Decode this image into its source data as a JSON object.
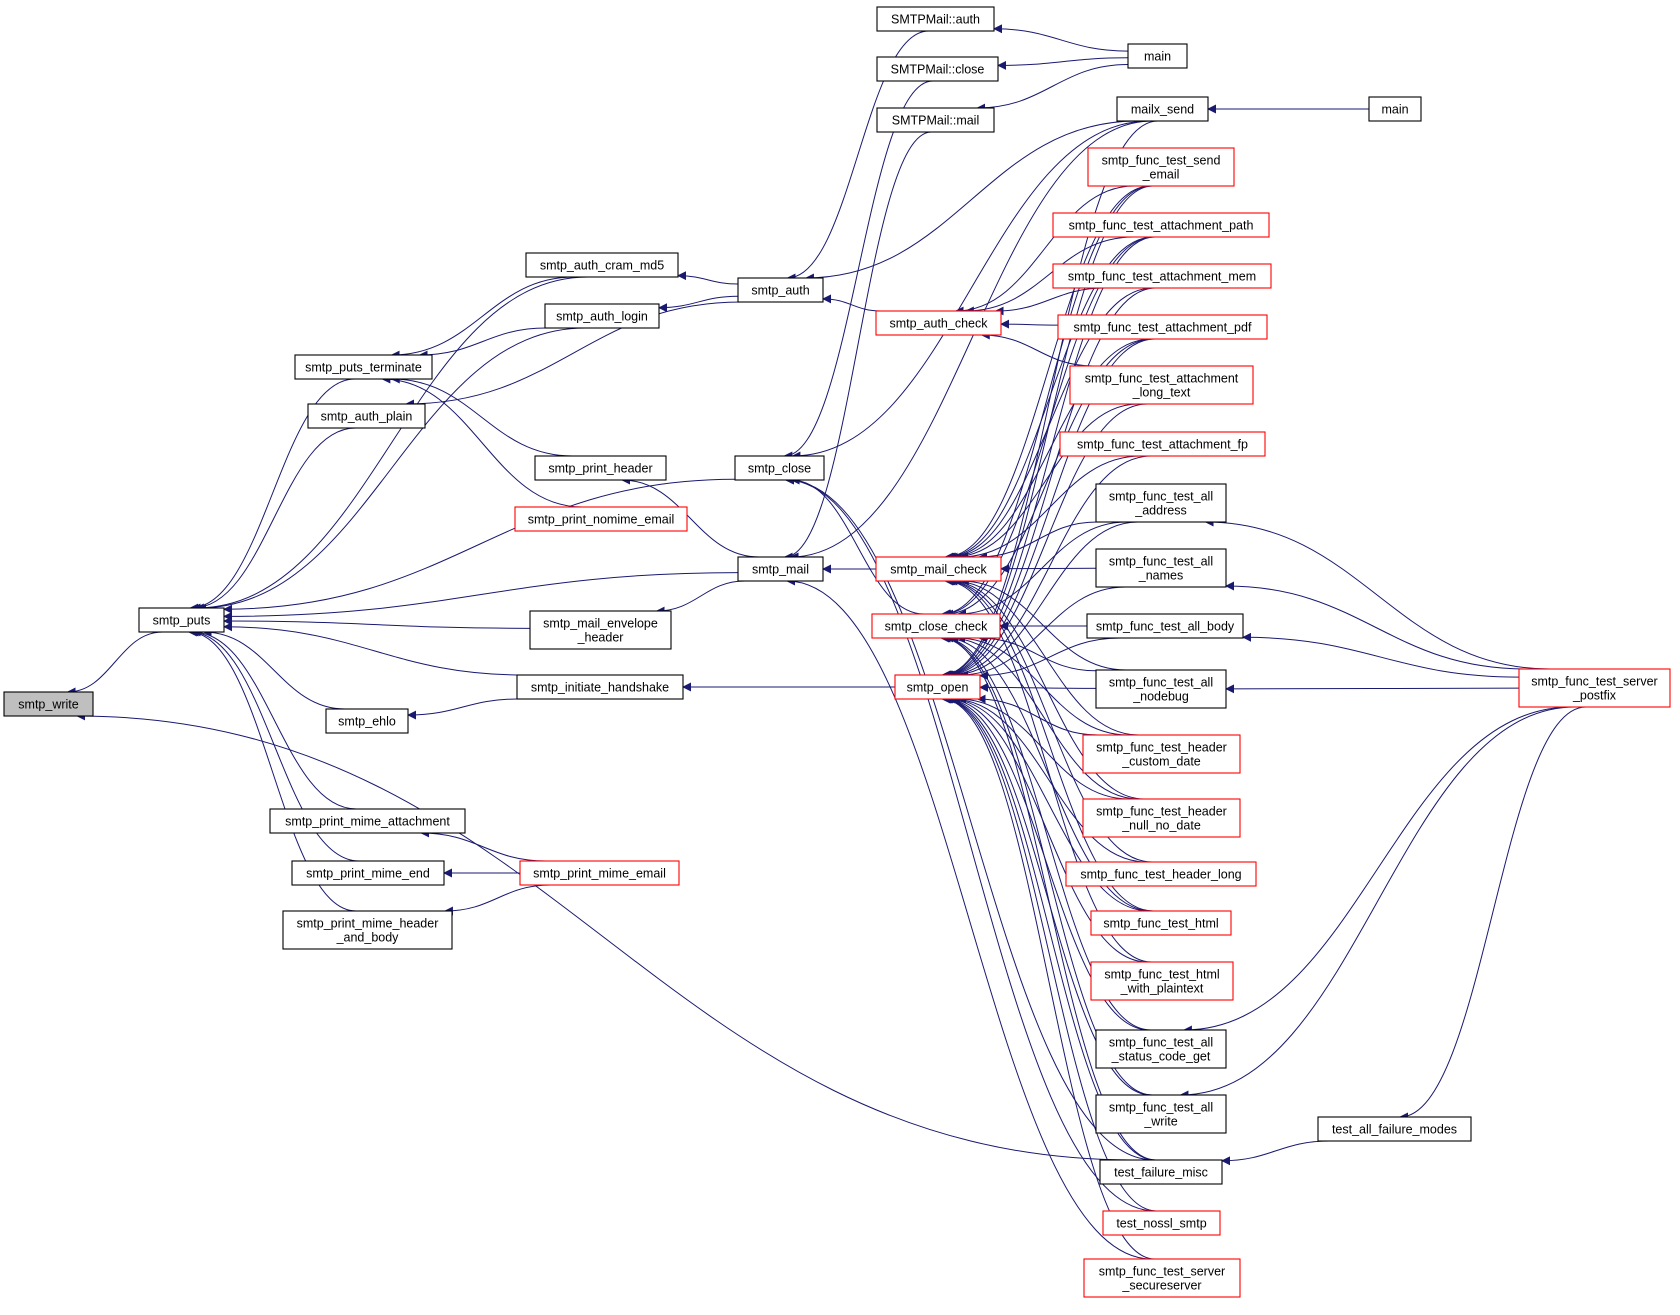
{
  "colors": {
    "edge": "#191970",
    "box_default": "#000000",
    "box_red": "#ff0000",
    "box_focus_fill": "#bfbfbf",
    "background": "#ffffff"
  },
  "nodes": {
    "smtp_write": {
      "label": [
        "smtp_write"
      ],
      "style": "focus"
    },
    "smtp_puts": {
      "label": [
        "smtp_puts"
      ],
      "style": "black"
    },
    "smtp_auth_cram_md5": {
      "label": [
        "smtp_auth_cram_md5"
      ],
      "style": "black"
    },
    "smtp_auth_login": {
      "label": [
        "smtp_auth_login"
      ],
      "style": "black"
    },
    "smtp_puts_terminate": {
      "label": [
        "smtp_puts_terminate"
      ],
      "style": "black"
    },
    "smtp_auth_plain": {
      "label": [
        "smtp_auth_plain"
      ],
      "style": "black"
    },
    "smtp_print_header": {
      "label": [
        "smtp_print_header"
      ],
      "style": "black"
    },
    "smtp_print_nomime_email": {
      "label": [
        "smtp_print_nomime_email"
      ],
      "style": "red"
    },
    "smtp_mail_envelope_header": {
      "label": [
        "smtp_mail_envelope",
        "_header"
      ],
      "style": "black"
    },
    "smtp_initiate_handshake": {
      "label": [
        "smtp_initiate_handshake"
      ],
      "style": "black"
    },
    "smtp_ehlo": {
      "label": [
        "smtp_ehlo"
      ],
      "style": "black"
    },
    "smtp_print_mime_attachment": {
      "label": [
        "smtp_print_mime_attachment"
      ],
      "style": "black"
    },
    "smtp_print_mime_end": {
      "label": [
        "smtp_print_mime_end"
      ],
      "style": "black"
    },
    "smtp_print_mime_email": {
      "label": [
        "smtp_print_mime_email"
      ],
      "style": "red"
    },
    "smtp_print_mime_header_and_body": {
      "label": [
        "smtp_print_mime_header",
        "_and_body"
      ],
      "style": "black"
    },
    "smtp_auth": {
      "label": [
        "smtp_auth"
      ],
      "style": "black"
    },
    "smtp_close": {
      "label": [
        "smtp_close"
      ],
      "style": "black"
    },
    "smtp_mail": {
      "label": [
        "smtp_mail"
      ],
      "style": "black"
    },
    "smtpmail_auth": {
      "label": [
        "SMTPMail::auth"
      ],
      "style": "black"
    },
    "smtpmail_close": {
      "label": [
        "SMTPMail::close"
      ],
      "style": "black"
    },
    "smtpmail_mail": {
      "label": [
        "SMTPMail::mail"
      ],
      "style": "black"
    },
    "smtp_auth_check": {
      "label": [
        "smtp_auth_check"
      ],
      "style": "red"
    },
    "smtp_mail_check": {
      "label": [
        "smtp_mail_check"
      ],
      "style": "red"
    },
    "smtp_close_check": {
      "label": [
        "smtp_close_check"
      ],
      "style": "red"
    },
    "smtp_open": {
      "label": [
        "smtp_open"
      ],
      "style": "red"
    },
    "main_a": {
      "label": [
        "main"
      ],
      "style": "black"
    },
    "mailx_send": {
      "label": [
        "mailx_send"
      ],
      "style": "black"
    },
    "main_b": {
      "label": [
        "main"
      ],
      "style": "black"
    },
    "t_send_email": {
      "label": [
        "smtp_func_test_send",
        "_email"
      ],
      "style": "red"
    },
    "t_attachment_path": {
      "label": [
        "smtp_func_test_attachment_path"
      ],
      "style": "red"
    },
    "t_attachment_mem": {
      "label": [
        "smtp_func_test_attachment_mem"
      ],
      "style": "red"
    },
    "t_attachment_pdf": {
      "label": [
        "smtp_func_test_attachment_pdf"
      ],
      "style": "red"
    },
    "t_attachment_long_text": {
      "label": [
        "smtp_func_test_attachment",
        "_long_text"
      ],
      "style": "red"
    },
    "t_attachment_fp": {
      "label": [
        "smtp_func_test_attachment_fp"
      ],
      "style": "red"
    },
    "t_all_address": {
      "label": [
        "smtp_func_test_all",
        "_address"
      ],
      "style": "black"
    },
    "t_all_names": {
      "label": [
        "smtp_func_test_all",
        "_names"
      ],
      "style": "black"
    },
    "t_all_body": {
      "label": [
        "smtp_func_test_all_body"
      ],
      "style": "black"
    },
    "t_all_nodebug": {
      "label": [
        "smtp_func_test_all",
        "_nodebug"
      ],
      "style": "black"
    },
    "t_header_custom_date": {
      "label": [
        "smtp_func_test_header",
        "_custom_date"
      ],
      "style": "red"
    },
    "t_header_null_no_date": {
      "label": [
        "smtp_func_test_header",
        "_null_no_date"
      ],
      "style": "red"
    },
    "t_header_long": {
      "label": [
        "smtp_func_test_header_long"
      ],
      "style": "red"
    },
    "t_html": {
      "label": [
        "smtp_func_test_html"
      ],
      "style": "red"
    },
    "t_html_with_plaintext": {
      "label": [
        "smtp_func_test_html",
        "_with_plaintext"
      ],
      "style": "red"
    },
    "t_all_status_code_get": {
      "label": [
        "smtp_func_test_all",
        "_status_code_get"
      ],
      "style": "black"
    },
    "t_all_write": {
      "label": [
        "smtp_func_test_all",
        "_write"
      ],
      "style": "black"
    },
    "test_failure_misc": {
      "label": [
        "test_failure_misc"
      ],
      "style": "black"
    },
    "test_nossl_smtp": {
      "label": [
        "test_nossl_smtp"
      ],
      "style": "red"
    },
    "t_server_secureserver": {
      "label": [
        "smtp_func_test_server",
        "_secureserver"
      ],
      "style": "red"
    },
    "test_all_failure_modes": {
      "label": [
        "test_all_failure_modes"
      ],
      "style": "black"
    },
    "t_server_postfix": {
      "label": [
        "smtp_func_test_server",
        "_postfix"
      ],
      "style": "red"
    }
  },
  "edges": [
    [
      "smtp_puts",
      "smtp_write"
    ],
    [
      "test_failure_misc",
      "smtp_write"
    ],
    [
      "smtp_auth_cram_md5",
      "smtp_puts"
    ],
    [
      "smtp_auth_login",
      "smtp_puts"
    ],
    [
      "smtp_puts_terminate",
      "smtp_puts"
    ],
    [
      "smtp_auth_plain",
      "smtp_puts"
    ],
    [
      "smtp_close",
      "smtp_puts"
    ],
    [
      "smtp_mail",
      "smtp_puts"
    ],
    [
      "smtp_mail_envelope_header",
      "smtp_puts"
    ],
    [
      "smtp_initiate_handshake",
      "smtp_puts"
    ],
    [
      "smtp_ehlo",
      "smtp_puts"
    ],
    [
      "smtp_print_mime_attachment",
      "smtp_puts"
    ],
    [
      "smtp_print_mime_end",
      "smtp_puts"
    ],
    [
      "smtp_print_mime_header_and_body",
      "smtp_puts"
    ],
    [
      "smtp_auth_cram_md5",
      "smtp_puts_terminate"
    ],
    [
      "smtp_auth_login",
      "smtp_puts_terminate"
    ],
    [
      "smtp_print_header",
      "smtp_puts_terminate"
    ],
    [
      "smtp_print_nomime_email",
      "smtp_puts_terminate"
    ],
    [
      "smtp_auth",
      "smtp_auth_cram_md5"
    ],
    [
      "smtp_auth",
      "smtp_auth_login"
    ],
    [
      "smtp_auth",
      "smtp_auth_plain"
    ],
    [
      "smtp_mail",
      "smtp_print_header"
    ],
    [
      "smtp_mail",
      "smtp_mail_envelope_header"
    ],
    [
      "smtp_open",
      "smtp_initiate_handshake"
    ],
    [
      "smtp_initiate_handshake",
      "smtp_ehlo"
    ],
    [
      "smtp_print_mime_email",
      "smtp_print_mime_attachment"
    ],
    [
      "smtp_print_mime_email",
      "smtp_print_mime_end"
    ],
    [
      "smtp_print_mime_email",
      "smtp_print_mime_header_and_body"
    ],
    [
      "smtpmail_auth",
      "smtp_auth"
    ],
    [
      "mailx_send",
      "smtp_auth"
    ],
    [
      "smtp_auth_check",
      "smtp_auth"
    ],
    [
      "smtpmail_close",
      "smtp_close"
    ],
    [
      "mailx_send",
      "smtp_close"
    ],
    [
      "smtp_close_check",
      "smtp_close"
    ],
    [
      "test_failure_misc",
      "smtp_close"
    ],
    [
      "test_nossl_smtp",
      "smtp_close"
    ],
    [
      "smtpmail_mail",
      "smtp_mail"
    ],
    [
      "mailx_send",
      "smtp_mail"
    ],
    [
      "smtp_mail_check",
      "smtp_mail"
    ],
    [
      "t_server_secureserver",
      "smtp_mail"
    ],
    [
      "main_a",
      "smtpmail_auth"
    ],
    [
      "main_a",
      "smtpmail_close"
    ],
    [
      "main_a",
      "smtpmail_mail"
    ],
    [
      "main_b",
      "mailx_send"
    ],
    [
      "t_send_email",
      "smtp_auth_check"
    ],
    [
      "t_attachment_path",
      "smtp_auth_check"
    ],
    [
      "t_attachment_mem",
      "smtp_auth_check"
    ],
    [
      "t_attachment_pdf",
      "smtp_auth_check"
    ],
    [
      "t_attachment_long_text",
      "smtp_auth_check"
    ],
    [
      "t_send_email",
      "smtp_mail_check"
    ],
    [
      "t_attachment_path",
      "smtp_mail_check"
    ],
    [
      "t_attachment_mem",
      "smtp_mail_check"
    ],
    [
      "t_attachment_pdf",
      "smtp_mail_check"
    ],
    [
      "t_attachment_long_text",
      "smtp_mail_check"
    ],
    [
      "t_attachment_fp",
      "smtp_mail_check"
    ],
    [
      "t_all_address",
      "smtp_mail_check"
    ],
    [
      "t_all_names",
      "smtp_mail_check"
    ],
    [
      "t_all_nodebug",
      "smtp_mail_check"
    ],
    [
      "t_header_custom_date",
      "smtp_mail_check"
    ],
    [
      "t_header_null_no_date",
      "smtp_mail_check"
    ],
    [
      "t_header_long",
      "smtp_mail_check"
    ],
    [
      "t_html",
      "smtp_mail_check"
    ],
    [
      "t_html_with_plaintext",
      "smtp_mail_check"
    ],
    [
      "t_send_email",
      "smtp_close_check"
    ],
    [
      "t_attachment_path",
      "smtp_close_check"
    ],
    [
      "t_attachment_pdf",
      "smtp_close_check"
    ],
    [
      "t_all_address",
      "smtp_close_check"
    ],
    [
      "t_all_body",
      "smtp_close_check"
    ],
    [
      "t_all_nodebug",
      "smtp_close_check"
    ],
    [
      "t_header_custom_date",
      "smtp_close_check"
    ],
    [
      "t_header_null_no_date",
      "smtp_close_check"
    ],
    [
      "t_html",
      "smtp_close_check"
    ],
    [
      "t_all_status_code_get",
      "smtp_close_check"
    ],
    [
      "t_all_write",
      "smtp_close_check"
    ],
    [
      "test_failure_misc",
      "smtp_close_check"
    ],
    [
      "mailx_send",
      "smtp_open"
    ],
    [
      "t_send_email",
      "smtp_open"
    ],
    [
      "t_attachment_path",
      "smtp_open"
    ],
    [
      "t_attachment_mem",
      "smtp_open"
    ],
    [
      "t_attachment_pdf",
      "smtp_open"
    ],
    [
      "t_attachment_long_text",
      "smtp_open"
    ],
    [
      "t_attachment_fp",
      "smtp_open"
    ],
    [
      "t_all_address",
      "smtp_open"
    ],
    [
      "t_all_names",
      "smtp_open"
    ],
    [
      "t_all_body",
      "smtp_open"
    ],
    [
      "t_all_nodebug",
      "smtp_open"
    ],
    [
      "t_header_custom_date",
      "smtp_open"
    ],
    [
      "t_header_null_no_date",
      "smtp_open"
    ],
    [
      "t_header_long",
      "smtp_open"
    ],
    [
      "t_html",
      "smtp_open"
    ],
    [
      "t_html_with_plaintext",
      "smtp_open"
    ],
    [
      "t_all_status_code_get",
      "smtp_open"
    ],
    [
      "t_all_write",
      "smtp_open"
    ],
    [
      "test_failure_misc",
      "smtp_open"
    ],
    [
      "test_nossl_smtp",
      "smtp_open"
    ],
    [
      "t_server_secureserver",
      "smtp_open"
    ],
    [
      "t_server_postfix",
      "t_all_address"
    ],
    [
      "t_server_postfix",
      "t_all_names"
    ],
    [
      "t_server_postfix",
      "t_all_body"
    ],
    [
      "t_server_postfix",
      "t_all_nodebug"
    ],
    [
      "t_server_postfix",
      "t_all_status_code_get"
    ],
    [
      "t_server_postfix",
      "t_all_write"
    ],
    [
      "t_server_postfix",
      "test_all_failure_modes"
    ],
    [
      "test_all_failure_modes",
      "test_failure_misc"
    ]
  ]
}
